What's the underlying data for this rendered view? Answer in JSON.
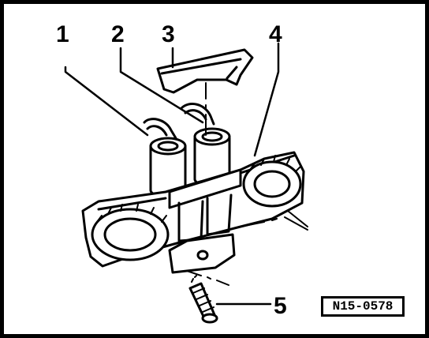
{
  "callouts": {
    "c1": "1",
    "c2": "2",
    "c3": "3",
    "c4": "4",
    "c5": "5"
  },
  "reference_code": "N15-0578",
  "colors": {
    "ink": "#000000",
    "paper": "#ffffff"
  }
}
